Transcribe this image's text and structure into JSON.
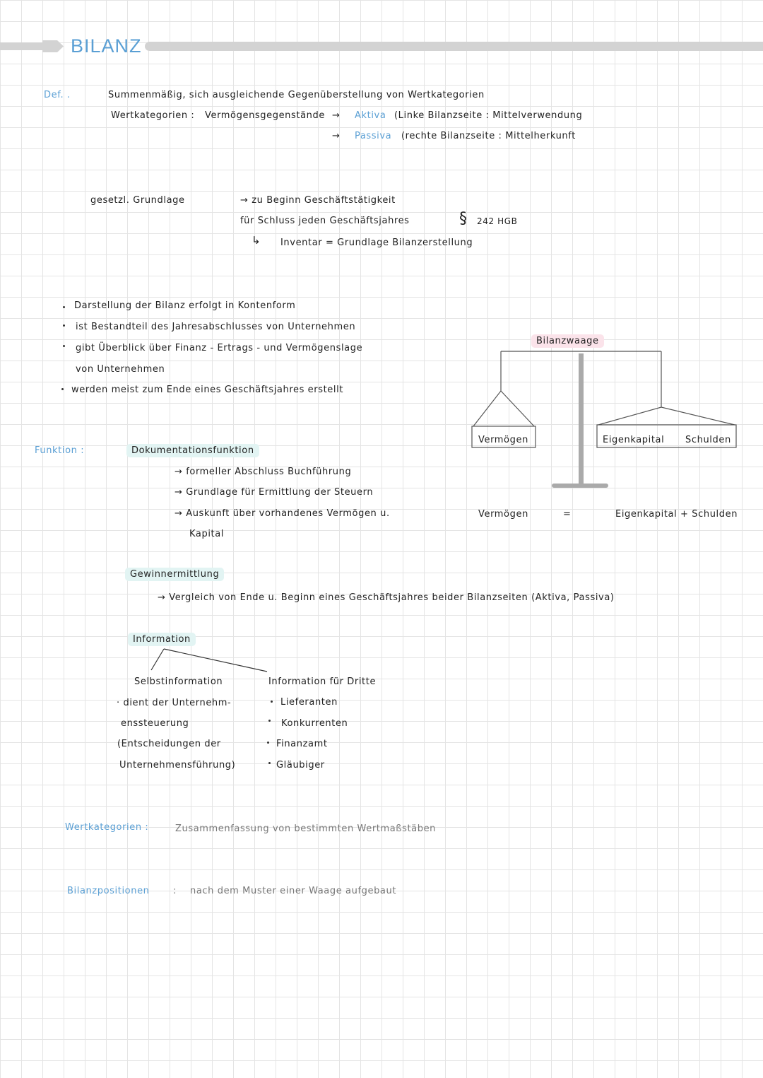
{
  "title": "BILANZ",
  "colors": {
    "accent": "#5a9fd4",
    "highlight": "#e2f4f3",
    "highlight_pink": "#fbe3ea",
    "grid": "#e4e4e4"
  },
  "definition": {
    "label": "Def. .",
    "line1": "Summenmäßig, sich ausgleichende Gegenüberstellung von Wertkategorien",
    "wk_label": "Wertkategorien :",
    "wk_value": "Vermögensgegenstände",
    "arrow": "→",
    "aktiva": "Aktiva",
    "aktiva_desc": "(Linke Bilanzseite : Mittelverwendung",
    "passiva": "Passiva",
    "passiva_desc": "(rechte Bilanzseite : Mittelherkunft"
  },
  "grundlage": {
    "label": "gesetzl. Grundlage",
    "line1": "→ zu Beginn Geschäftstätigkeit",
    "line2": "für Schluss jeden Geschäftsjahres",
    "paragraph": "§",
    "hgb": "242 HGB",
    "line3_arrow": "↳",
    "line3": "Inventar = Grundlage Bilanzerstellung"
  },
  "bullets": [
    "Darstellung der Bilanz erfolgt in Kontenform",
    "ist Bestandteil des Jahresabschlusses von Unternehmen",
    "gibt Überblick über Finanz - Ertrags - und Vermögenslage",
    "von Unternehmen",
    "werden meist zum Ende eines Geschäftsjahres erstellt"
  ],
  "bilanzwaage": {
    "title": "Bilanzwaage",
    "left_box": "Vermögen",
    "right_box_1": "Eigenkapital",
    "right_box_2": "Schulden",
    "eq_left": "Vermögen",
    "eq_sign": "=",
    "eq_right": "Eigenkapital + Schulden"
  },
  "funktion": {
    "label": "Funktion :",
    "doku": {
      "title": "Dokumentationsfunktion",
      "items": [
        "→ formeller Abschluss Buchführung",
        "→ Grundlage für Ermittlung der Steuern",
        "→ Auskunft über vorhandenes Vermögen u.",
        "Kapital"
      ]
    },
    "gewinn": {
      "title": "Gewinnermittlung",
      "line": "→ Vergleich von Ende u. Beginn eines Geschäftsjahres beider Bilanzseiten (Aktiva, Passiva)"
    },
    "info": {
      "title": "Information",
      "self_title": "Selbstinformation",
      "self_lines": [
        "· dient der Unternehm-",
        "enssteuerung",
        "(Entscheidungen der",
        "Unternehmensführung)"
      ],
      "third_title": "Information für Dritte",
      "third_items": [
        "Lieferanten",
        "Konkurrenten",
        "Finanzamt",
        "Gläubiger"
      ]
    }
  },
  "wertkategorien": {
    "label": "Wertkategorien :",
    "text": "Zusammenfassung von bestimmten Wertmaßstäben"
  },
  "bilanzpositionen": {
    "label": "Bilanzpositionen",
    "colon": ":",
    "text": "nach dem Muster einer Waage aufgebaut"
  }
}
